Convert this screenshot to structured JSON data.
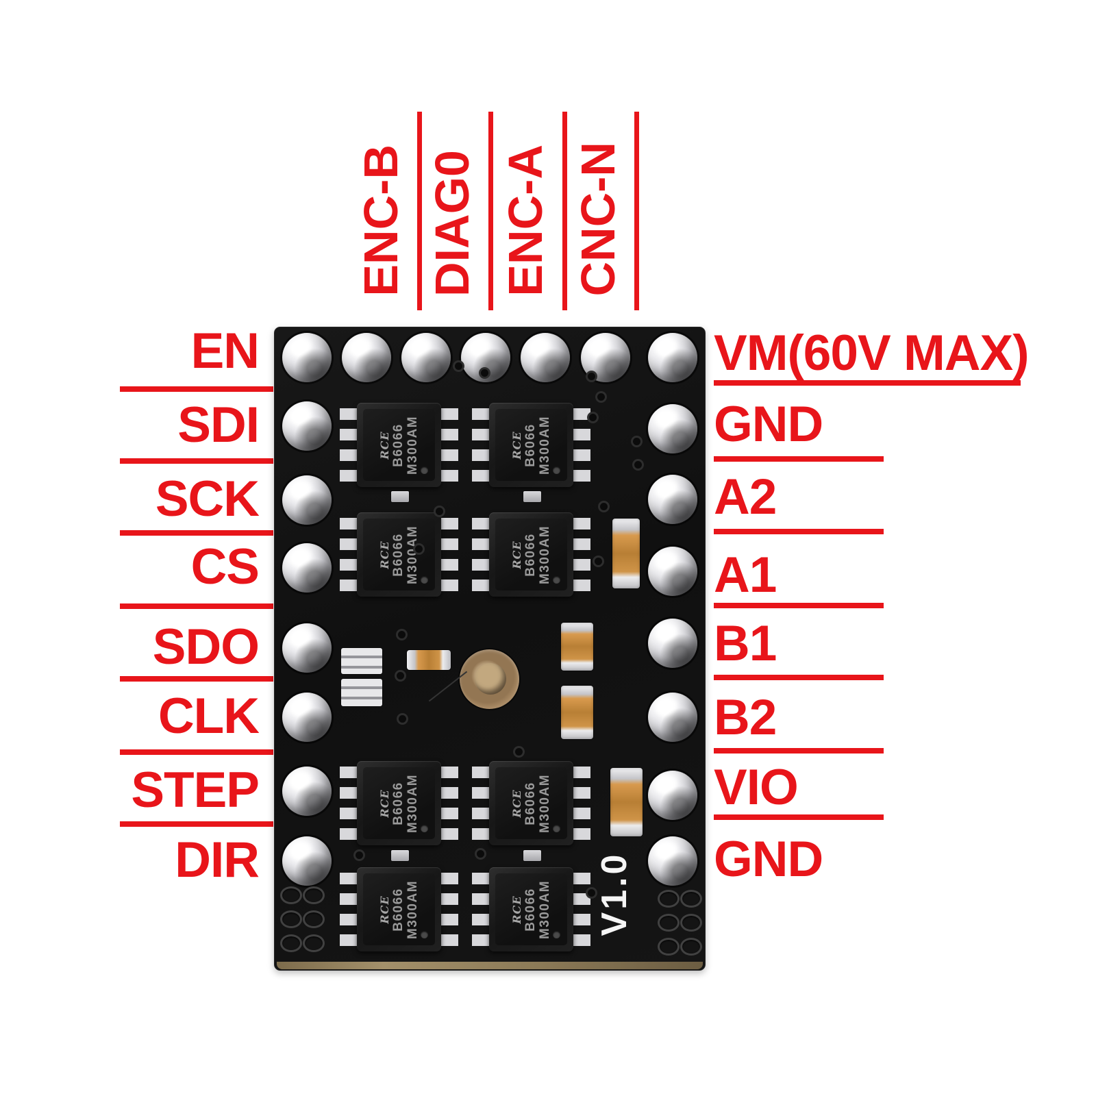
{
  "pin_labels": {
    "top": [
      "ENC-B",
      "DIAG0",
      "ENC-A",
      "CNC-N"
    ],
    "left": [
      "EN",
      "SDI",
      "SCK",
      "CS",
      "SDO",
      "CLK",
      "STEP",
      "DIR"
    ],
    "right": [
      "VM(60V MAX)",
      "GND",
      "A2",
      "A1",
      "B1",
      "B2",
      "VIO",
      "GND"
    ]
  },
  "board": {
    "version": "V1.0",
    "chip": {
      "logo": "RCE",
      "part_number": "B6066",
      "marking": "M300AM"
    }
  },
  "colors": {
    "annotation_red": "#e8151a",
    "pcb_black": "#121212",
    "pin_silver": "#d2d2d6",
    "capacitor_tan": "#c08a45",
    "hole_bronze": "#a98a64",
    "version_white": "#f5f5f5",
    "chip_text_gray": "#9a9a9a"
  }
}
